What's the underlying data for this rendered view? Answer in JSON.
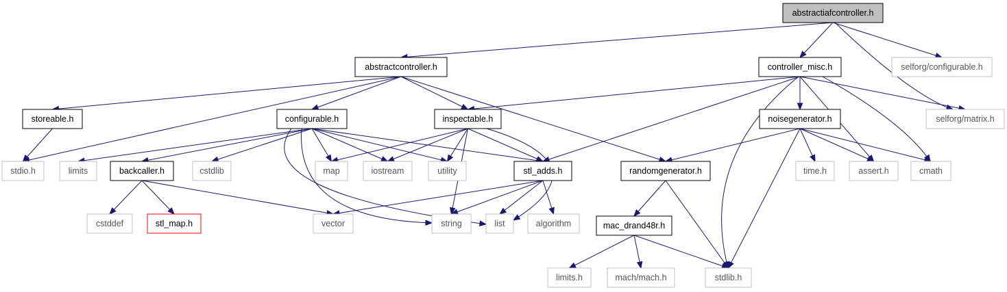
{
  "colors": {
    "edge": "#191970",
    "root_fill": "#bfbfbf",
    "documented_border": "#000000",
    "external_border": "#bfbfbf",
    "external_text": "#555555",
    "missing_border": "#ff0000"
  },
  "nodes": [
    {
      "id": "abstractiafcontroller",
      "label": "abstractiafcontroller.h",
      "kind": "root"
    },
    {
      "id": "abstractcontroller",
      "label": "abstractcontroller.h",
      "kind": "documented"
    },
    {
      "id": "controller_misc",
      "label": "controller_misc.h",
      "kind": "documented"
    },
    {
      "id": "selforg_configurable",
      "label": "selforg/configurable.h",
      "kind": "external"
    },
    {
      "id": "storeable",
      "label": "storeable.h",
      "kind": "documented"
    },
    {
      "id": "configurable",
      "label": "configurable.h",
      "kind": "documented"
    },
    {
      "id": "inspectable",
      "label": "inspectable.h",
      "kind": "documented"
    },
    {
      "id": "noisegenerator",
      "label": "noisegenerator.h",
      "kind": "documented"
    },
    {
      "id": "selforg_matrix",
      "label": "selforg/matrix.h",
      "kind": "external"
    },
    {
      "id": "stdio",
      "label": "stdio.h",
      "kind": "external"
    },
    {
      "id": "limits",
      "label": "limits",
      "kind": "external"
    },
    {
      "id": "backcaller",
      "label": "backcaller.h",
      "kind": "documented"
    },
    {
      "id": "cstdlib",
      "label": "cstdlib",
      "kind": "external"
    },
    {
      "id": "map",
      "label": "map",
      "kind": "external"
    },
    {
      "id": "iostream",
      "label": "iostream",
      "kind": "external"
    },
    {
      "id": "utility",
      "label": "utility",
      "kind": "external"
    },
    {
      "id": "stl_adds",
      "label": "stl_adds.h",
      "kind": "documented"
    },
    {
      "id": "randomgenerator",
      "label": "randomgenerator.h",
      "kind": "documented"
    },
    {
      "id": "time",
      "label": "time.h",
      "kind": "external"
    },
    {
      "id": "assert",
      "label": "assert.h",
      "kind": "external"
    },
    {
      "id": "cmath",
      "label": "cmath",
      "kind": "external"
    },
    {
      "id": "cstddef",
      "label": "cstddef",
      "kind": "external"
    },
    {
      "id": "stl_map",
      "label": "stl_map.h",
      "kind": "missing"
    },
    {
      "id": "vector",
      "label": "vector",
      "kind": "external"
    },
    {
      "id": "string",
      "label": "string",
      "kind": "external"
    },
    {
      "id": "list",
      "label": "list",
      "kind": "external"
    },
    {
      "id": "algorithm",
      "label": "algorithm",
      "kind": "external"
    },
    {
      "id": "mac_drand48r",
      "label": "mac_drand48r.h",
      "kind": "documented"
    },
    {
      "id": "limits_h",
      "label": "limits.h",
      "kind": "external"
    },
    {
      "id": "mach_mach",
      "label": "mach/mach.h",
      "kind": "external"
    },
    {
      "id": "stdlib",
      "label": "stdlib.h",
      "kind": "external"
    }
  ],
  "edges": [
    [
      "abstractiafcontroller",
      "abstractcontroller"
    ],
    [
      "abstractiafcontroller",
      "controller_misc"
    ],
    [
      "abstractiafcontroller",
      "selforg_configurable"
    ],
    [
      "abstractiafcontroller",
      "selforg_matrix"
    ],
    [
      "abstractcontroller",
      "storeable"
    ],
    [
      "abstractcontroller",
      "stdio"
    ],
    [
      "abstractcontroller",
      "configurable"
    ],
    [
      "abstractcontroller",
      "inspectable"
    ],
    [
      "abstractcontroller",
      "randomgenerator"
    ],
    [
      "storeable",
      "stdio"
    ],
    [
      "configurable",
      "limits"
    ],
    [
      "configurable",
      "backcaller"
    ],
    [
      "configurable",
      "cstdlib"
    ],
    [
      "configurable",
      "map"
    ],
    [
      "configurable",
      "iostream"
    ],
    [
      "configurable",
      "utility"
    ],
    [
      "configurable",
      "stl_adds"
    ],
    [
      "configurable",
      "string"
    ],
    [
      "configurable",
      "list"
    ],
    [
      "inspectable",
      "map"
    ],
    [
      "inspectable",
      "iostream"
    ],
    [
      "inspectable",
      "utility"
    ],
    [
      "inspectable",
      "stl_adds"
    ],
    [
      "inspectable",
      "string"
    ],
    [
      "inspectable",
      "list"
    ],
    [
      "controller_misc",
      "inspectable"
    ],
    [
      "controller_misc",
      "stl_adds"
    ],
    [
      "controller_misc",
      "noisegenerator"
    ],
    [
      "controller_misc",
      "selforg_matrix"
    ],
    [
      "controller_misc",
      "assert"
    ],
    [
      "controller_misc",
      "cmath"
    ],
    [
      "controller_misc",
      "stdlib"
    ],
    [
      "backcaller",
      "cstddef"
    ],
    [
      "backcaller",
      "stl_map"
    ],
    [
      "backcaller",
      "vector"
    ],
    [
      "stl_adds",
      "vector"
    ],
    [
      "stl_adds",
      "string"
    ],
    [
      "stl_adds",
      "list"
    ],
    [
      "stl_adds",
      "algorithm"
    ],
    [
      "noisegenerator",
      "randomgenerator"
    ],
    [
      "noisegenerator",
      "time"
    ],
    [
      "noisegenerator",
      "assert"
    ],
    [
      "noisegenerator",
      "cmath"
    ],
    [
      "noisegenerator",
      "stdlib"
    ],
    [
      "randomgenerator",
      "mac_drand48r"
    ],
    [
      "randomgenerator",
      "stdlib"
    ],
    [
      "mac_drand48r",
      "limits_h"
    ],
    [
      "mac_drand48r",
      "mach_mach"
    ],
    [
      "mac_drand48r",
      "stdlib"
    ]
  ]
}
